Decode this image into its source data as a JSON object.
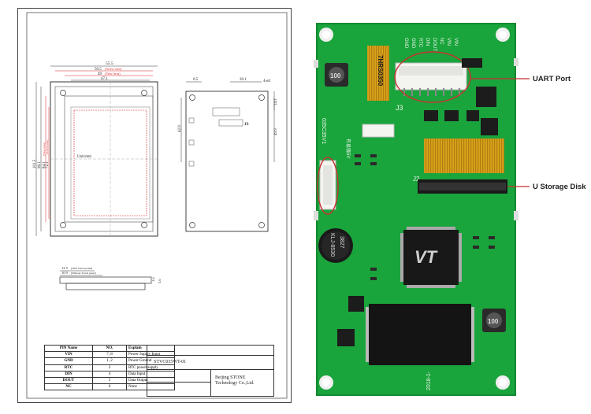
{
  "drawing": {
    "dims": {
      "d1": "55.5",
      "d2": "50.5",
      "d2_note": "(Active area)",
      "d3": "49",
      "d3_note": "(View Area)",
      "d4": "47.1",
      "d5": "101.5",
      "d6": "96.1",
      "d7": "84.1",
      "d7_note": "(View Area)",
      "d8": "72.1",
      "d8_note": "(Active area)",
      "d9": "0.5",
      "d10": "20.1",
      "d11": "4-ø3",
      "d12": "14.1",
      "d13": "42.9",
      "d14": "49.9",
      "d15": "12.5",
      "d15_note": "(With Touch panel)",
      "d16": "10.9",
      "d16_note": "(Without Touch panel)",
      "d17": "1.6",
      "d18": "3.6"
    },
    "unit_label": "Unit:mm",
    "connector_label": "J3"
  },
  "pin_table": {
    "headers": [
      "PIN Name",
      "NO.",
      "Explain"
    ],
    "rows": [
      [
        "VIN",
        "7, 8",
        "Power Supply Input"
      ],
      [
        "GND",
        "1, 2",
        "Power Ground"
      ],
      [
        "RTC",
        "3",
        "RTC power supply"
      ],
      [
        "DIN",
        "4",
        "Data Input"
      ],
      [
        "DOUT",
        "5",
        "Data Output"
      ],
      [
        "NC",
        "6",
        "None"
      ]
    ]
  },
  "title_block": {
    "model": "STVC035WT-01",
    "company_line1": "Beijing STONE",
    "company_line2": "Technology Co.,Ltd."
  },
  "board": {
    "pin_labels": [
      "GND",
      "GND",
      "RTC",
      "DIN",
      "DOUT",
      "NC",
      "VIN",
      "VIN"
    ],
    "j3_label": "J3",
    "j2_label": "J2",
    "connector_text": "7HRS0350",
    "chip_label_1": "KLJ-8530",
    "chip_label_2": "3827",
    "date_text": "2018-1-",
    "model_text": "035C35V1",
    "aux_text": "有易强5V",
    "vt_text": "VT",
    "callouts": {
      "uart": "UART Port",
      "usb": "U Storage Disk"
    },
    "colors": {
      "pcb": "#1aa43c",
      "pcb_dark": "#128a30",
      "silk": "#e8f5e8",
      "callout_ring": "#c83232"
    }
  }
}
